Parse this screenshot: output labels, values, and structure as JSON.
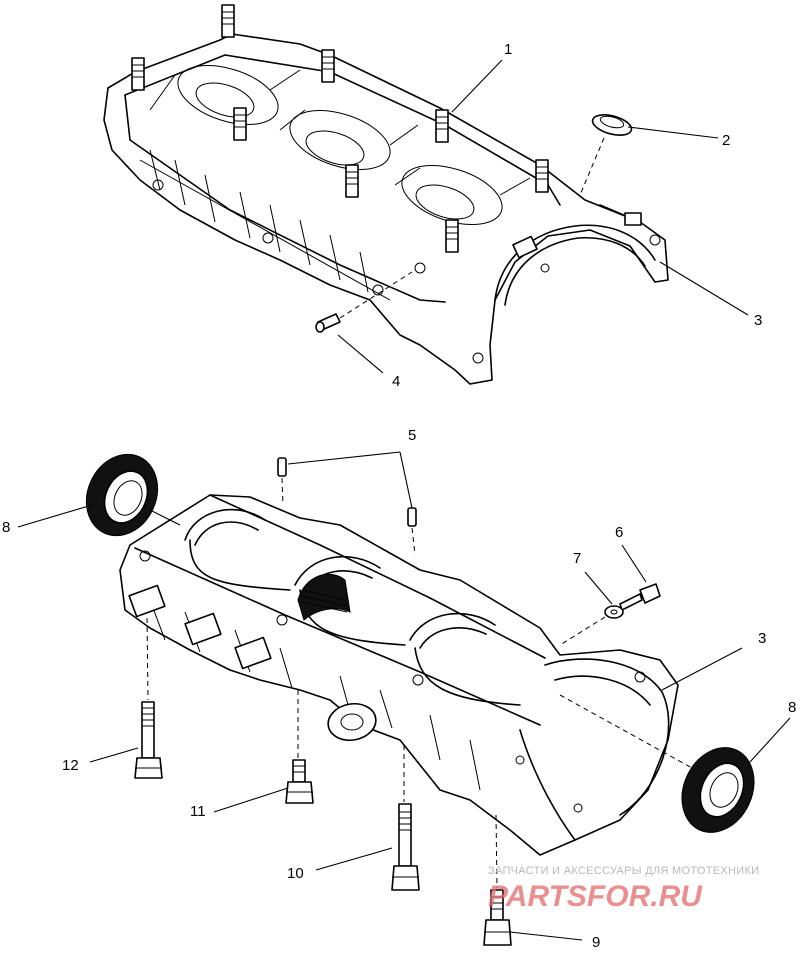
{
  "diagram": {
    "callouts": [
      {
        "id": "1",
        "label": "1"
      },
      {
        "id": "2",
        "label": "2"
      },
      {
        "id": "3a",
        "label": "3"
      },
      {
        "id": "4",
        "label": "4"
      },
      {
        "id": "5",
        "label": "5"
      },
      {
        "id": "6",
        "label": "6"
      },
      {
        "id": "7",
        "label": "7"
      },
      {
        "id": "3b",
        "label": "3"
      },
      {
        "id": "8a",
        "label": "8"
      },
      {
        "id": "8b",
        "label": "8"
      },
      {
        "id": "9",
        "label": "9"
      },
      {
        "id": "10",
        "label": "10"
      },
      {
        "id": "11",
        "label": "11"
      },
      {
        "id": "12",
        "label": "12"
      }
    ]
  },
  "watermark": {
    "caption": "ЗАПЧАСТИ И АКСЕССУАРЫ ДЛЯ МОТОТЕХНИКИ",
    "brand": "PARTSFOR.RU"
  }
}
